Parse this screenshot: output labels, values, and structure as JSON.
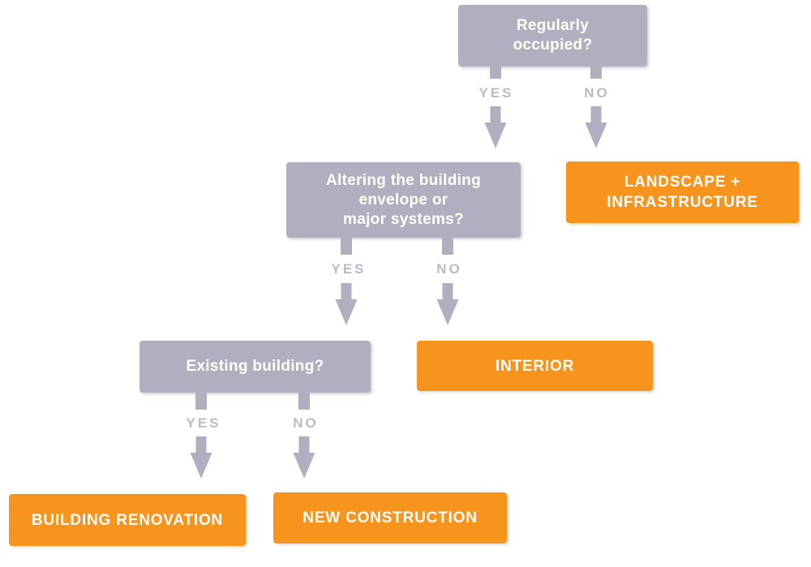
{
  "colors": {
    "gray": "#B2AEC0",
    "label_gray": "#BDB9C8",
    "orange": "#F7941E",
    "text_white": "#FFFFFF"
  },
  "flowchart": {
    "type": "decision-tree",
    "decisions": [
      {
        "id": "regularly-occupied",
        "label": "Regularly\noccupied?"
      },
      {
        "id": "altering-envelope",
        "label": "Altering the building\nenvelope or\nmajor systems?"
      },
      {
        "id": "existing-building",
        "label": "Existing building?"
      }
    ],
    "outcomes": [
      {
        "id": "landscape-infrastructure",
        "label": "LANDSCAPE +\nINFRASTRUCTURE"
      },
      {
        "id": "interior",
        "label": "INTERIOR"
      },
      {
        "id": "building-renovation",
        "label": "BUILDING RENOVATION"
      },
      {
        "id": "new-construction",
        "label": "NEW CONSTRUCTION"
      }
    ],
    "branch_labels": {
      "yes": "YES",
      "no": "NO"
    },
    "edges": [
      {
        "from": "regularly-occupied",
        "answer": "YES",
        "to": "altering-envelope"
      },
      {
        "from": "regularly-occupied",
        "answer": "NO",
        "to": "landscape-infrastructure"
      },
      {
        "from": "altering-envelope",
        "answer": "YES",
        "to": "existing-building"
      },
      {
        "from": "altering-envelope",
        "answer": "NO",
        "to": "interior"
      },
      {
        "from": "existing-building",
        "answer": "YES",
        "to": "building-renovation"
      },
      {
        "from": "existing-building",
        "answer": "NO",
        "to": "new-construction"
      }
    ]
  }
}
